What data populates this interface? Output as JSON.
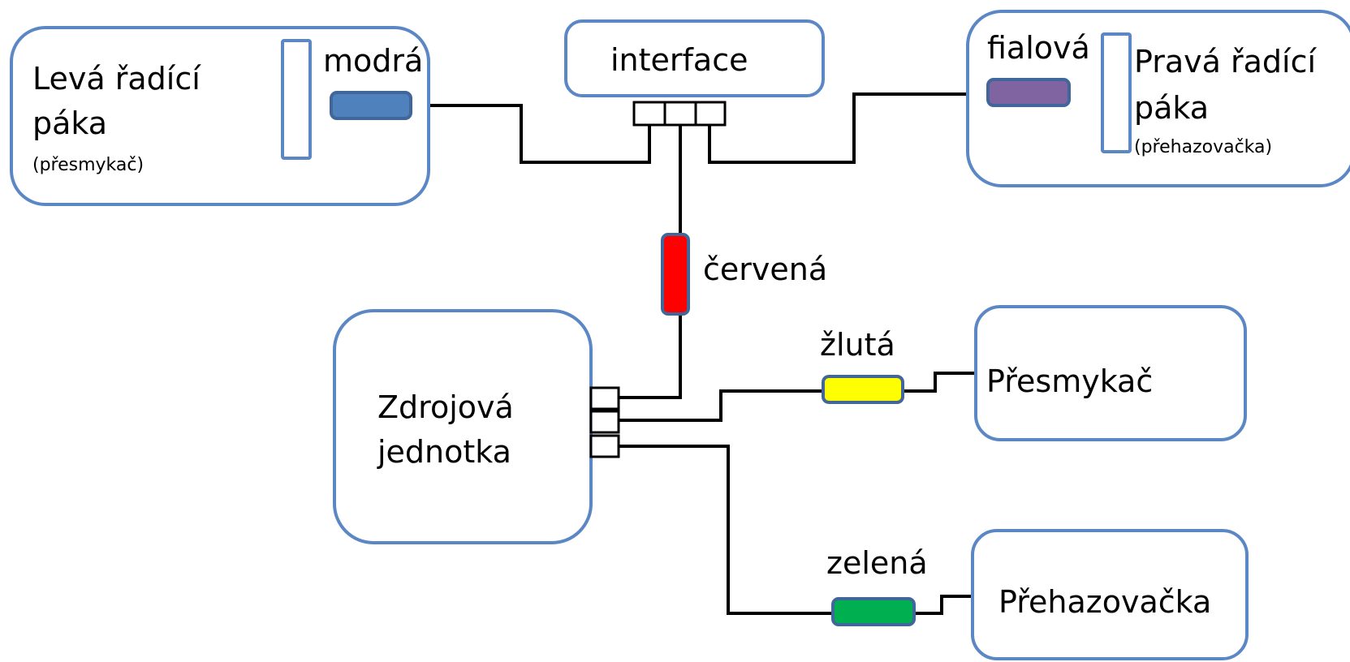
{
  "components": {
    "left_lever": {
      "title_line1": "Levá řadící",
      "title_line2": "páka",
      "subtitle": "(přesmykač)"
    },
    "interface": {
      "title": "interface"
    },
    "right_lever": {
      "title_line1": "Pravá řadící",
      "title_line2": "páka",
      "subtitle": "(přehazovačka)"
    },
    "power_unit": {
      "title_line1": "Zdrojová",
      "title_line2": "jednotka"
    },
    "front_derailleur": {
      "title": "Přesmykač"
    },
    "rear_derailleur": {
      "title": "Přehazovačka"
    }
  },
  "cables": {
    "blue": {
      "label": "modrá",
      "color": "#4f81bd"
    },
    "purple": {
      "label": "fialová",
      "color": "#8064a2"
    },
    "red": {
      "label": "červená",
      "color": "#ff0000"
    },
    "yellow": {
      "label": "žlutá",
      "color": "#ffff00"
    },
    "green": {
      "label": "zelená",
      "color": "#00b050"
    }
  }
}
